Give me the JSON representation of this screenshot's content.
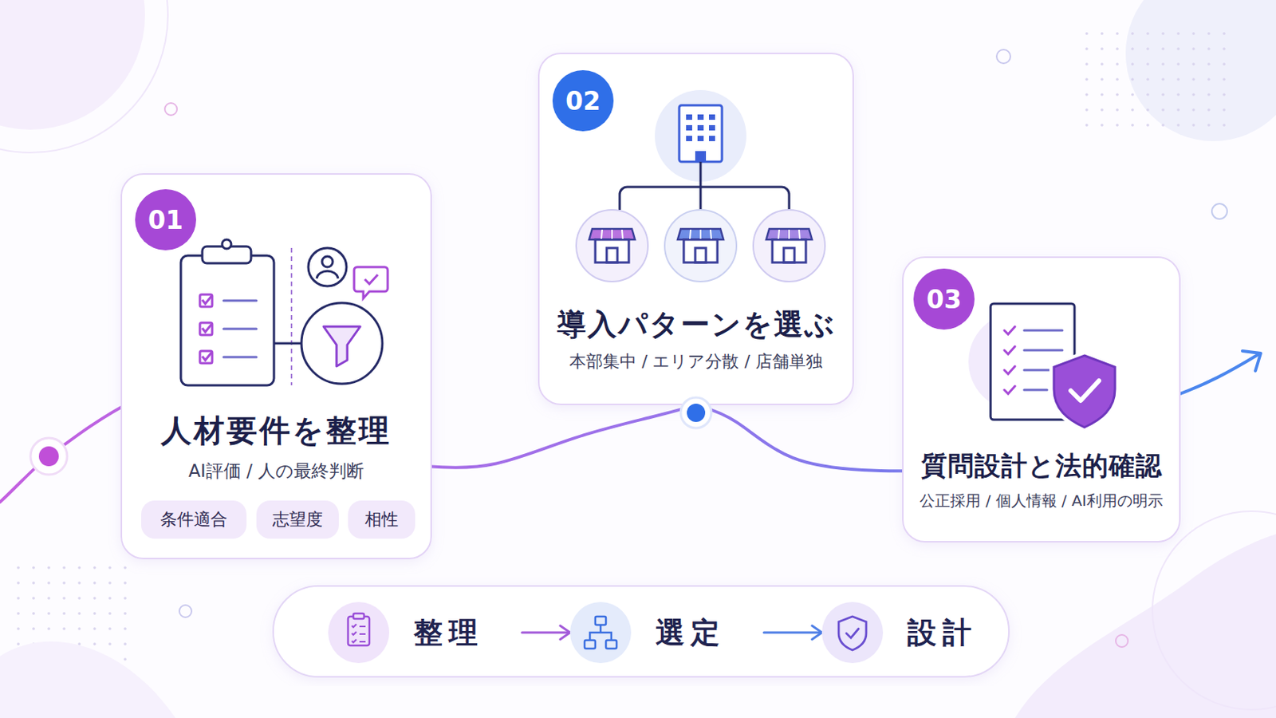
{
  "diagram": {
    "nodes": [
      {
        "text": [
          "人材要件を整理",
          "AI評価 / 人の最終判断"
        ]
      },
      {
        "text": [
          "01"
        ],
        "in": 0
      },
      {
        "text": [
          "条件適合"
        ],
        "in": 0
      },
      {
        "text": [
          "志望度"
        ],
        "in": 0
      },
      {
        "text": [
          "相性"
        ],
        "in": 0
      },
      {
        "text": [
          "導入パターンを選ぶ",
          "本部集中 / エリア分散 / 店舗単独"
        ]
      },
      {
        "text": [
          "02"
        ],
        "in": 5
      },
      {
        "text": [
          "質問設計と法的確認",
          "公正採用 / 個人情報 / AI利用の明示"
        ]
      },
      {
        "text": [
          "03"
        ],
        "in": 7
      },
      {
        "text": [
          "整理"
        ]
      },
      {
        "text": [
          "選定"
        ]
      },
      {
        "text": [
          "設計"
        ]
      }
    ],
    "edges": [
      {
        "from": 0,
        "to": 5,
        "arrow": "none"
      },
      {
        "from": 5,
        "to": 7,
        "arrow": "none"
      },
      {
        "from": 9,
        "to": 10,
        "arrow": "to"
      },
      {
        "from": 10,
        "to": 11,
        "arrow": "to"
      }
    ]
  }
}
